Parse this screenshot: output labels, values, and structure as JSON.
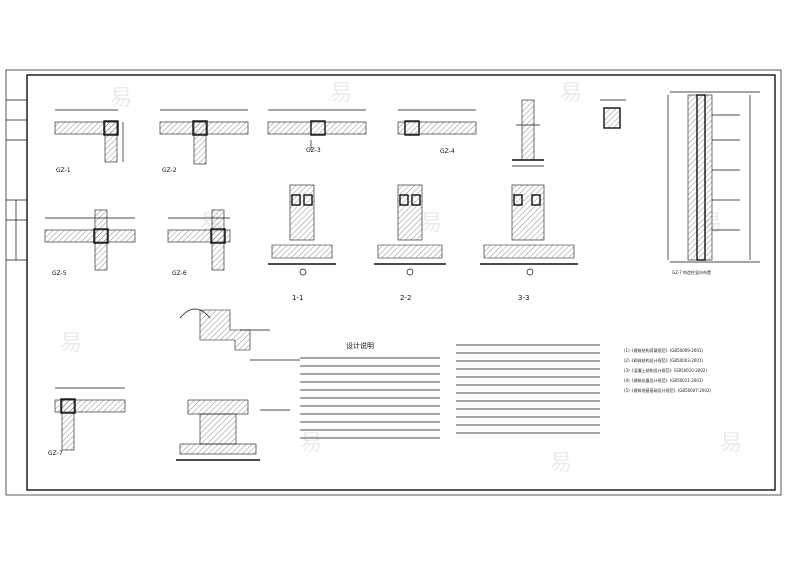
{
  "drawing": {
    "column_details": [
      {
        "id": "gz1",
        "label": "GZ-1"
      },
      {
        "id": "gz2",
        "label": "GZ-2"
      },
      {
        "id": "gz3",
        "label": "GZ-3"
      },
      {
        "id": "gz4",
        "label": "GZ-4"
      },
      {
        "id": "gz5",
        "label": "GZ-5"
      },
      {
        "id": "gz6",
        "label": "GZ-6"
      },
      {
        "id": "gz7",
        "label": "GZ-7"
      }
    ],
    "section_labels": {
      "s11": "1-1",
      "s22": "2-2",
      "s33": "3-3"
    },
    "elevation_label": "GZ-7 构造柱竖向布置",
    "notes_title": "设计说明",
    "code_list": [
      "(1)《建筑结构荷载规范》(GB50009-2001)",
      "(2)《砌体结构设计规范》(GB50003-2001)",
      "(3)《混凝土结构设计规范》(GB50010-2002)",
      "(4)《建筑抗震设计规范》(GB50011-2001)",
      "(5)《建筑地基基础设计规范》(GB50007-2002)"
    ],
    "watermark": "易"
  }
}
